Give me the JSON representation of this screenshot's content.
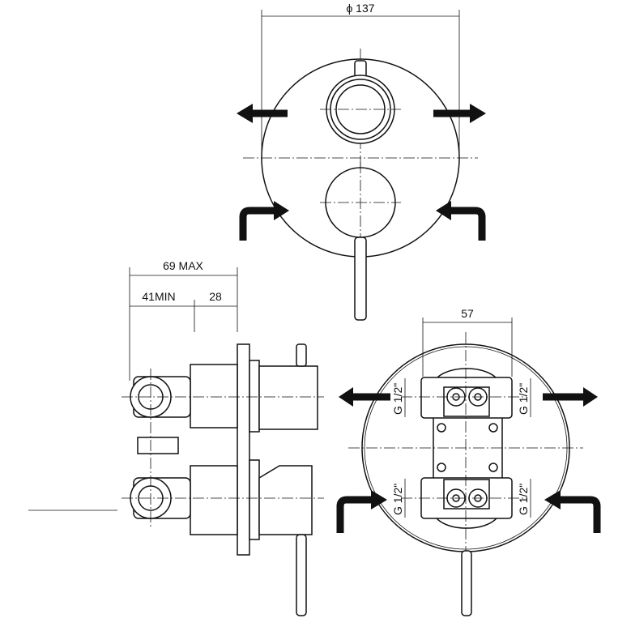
{
  "title": "Concealed shower mixer with diverter - technical drawing",
  "dimensions": {
    "diameter": "ϕ 137",
    "depth_max": "69 MAX",
    "depth_min": "41MIN",
    "adjust": "28",
    "inlet_spacing": "57",
    "thread_1": "G 1/2\"",
    "thread_2": "G 1/2\"",
    "thread_3": "G 1/2\"",
    "thread_4": "G 1/2\""
  },
  "colors": {
    "line": "#111111",
    "background": "#ffffff"
  }
}
